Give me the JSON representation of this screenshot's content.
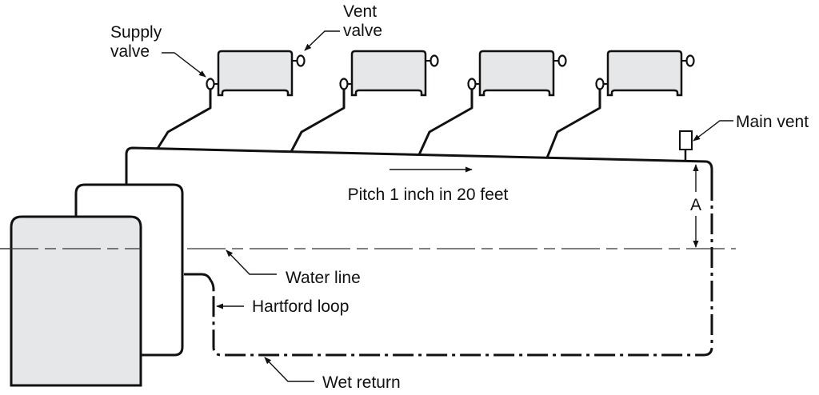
{
  "labels": {
    "supply_valve_line1": "Supply",
    "supply_valve_line2": "valve",
    "vent_valve_line1": "Vent",
    "vent_valve_line2": "valve",
    "main_vent": "Main vent",
    "pitch": "Pitch 1 inch in 20 feet",
    "dimension_a": "A",
    "water_line": "Water line",
    "hartford_loop": "Hartford loop",
    "wet_return": "Wet return"
  },
  "colors": {
    "fill": "#e6e7e9",
    "line": "#111111"
  },
  "radiator_count": 4
}
